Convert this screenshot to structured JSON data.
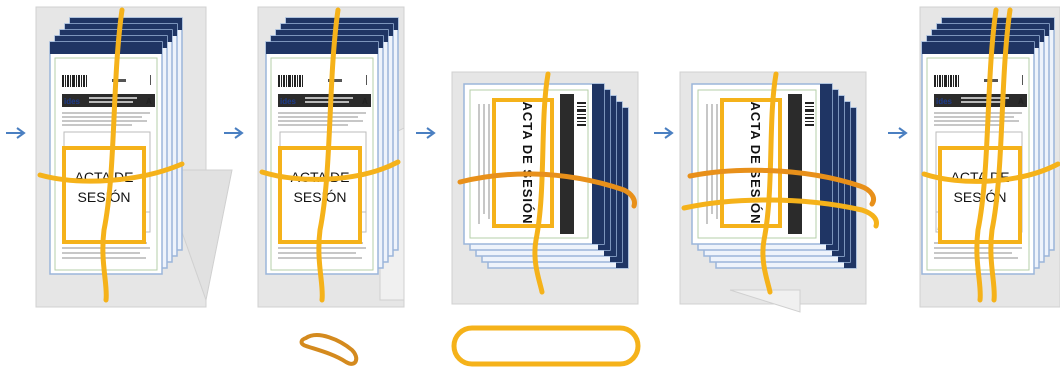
{
  "document": {
    "title_line1": "ACTA DE",
    "title_line2": "SESIÓN",
    "title_rotated": "ACTA DE SESIÓN",
    "brand": "idesy",
    "code": "A"
  },
  "colors": {
    "arrow": "#4a7fc1",
    "band": "#f5b21a",
    "band_dark": "#e8901a",
    "folder": "#e6e6e6",
    "sheet_edge": "#9bb5da",
    "sheet_fill": "#eef3fb",
    "navy": "#1f3564"
  },
  "steps": [
    {
      "id": 1,
      "orientation": "portrait",
      "bands": "vertical-and-horizontal"
    },
    {
      "id": 2,
      "orientation": "portrait",
      "bands": "vertical-and-horizontal",
      "accessory": "rubber-band-loose"
    },
    {
      "id": 3,
      "orientation": "landscape",
      "bands": "vertical-and-horizontal",
      "accessory": "rubber-band-flat"
    },
    {
      "id": 4,
      "orientation": "landscape",
      "bands": "vertical-and-double-horizontal"
    },
    {
      "id": 5,
      "orientation": "portrait",
      "bands": "crossed-vertical-and-horizontal"
    }
  ]
}
